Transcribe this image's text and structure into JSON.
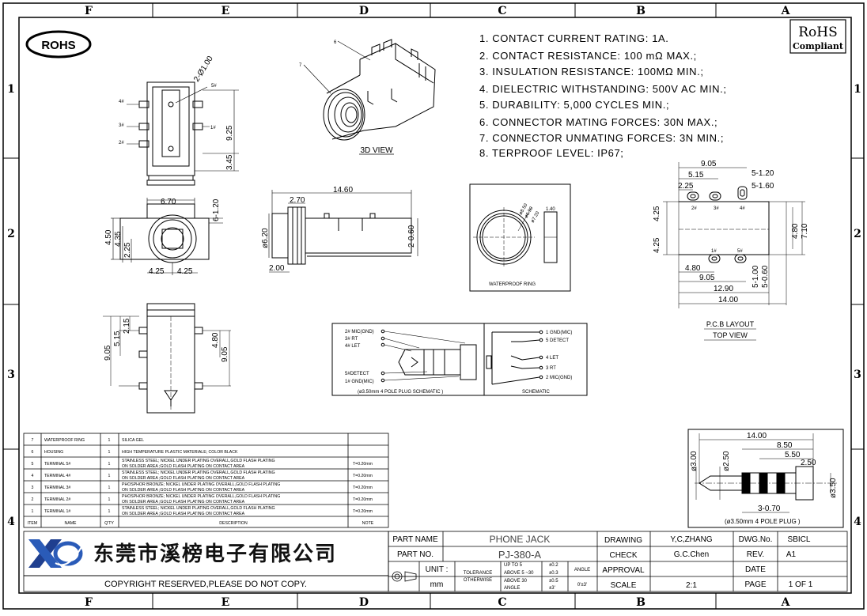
{
  "zones": {
    "columns": [
      "F",
      "E",
      "D",
      "C",
      "B",
      "A"
    ],
    "rows": [
      "1",
      "2",
      "3",
      "4"
    ]
  },
  "badges": {
    "rohs_oval": "ROHS",
    "rohs_box_line1": "RoHS",
    "rohs_box_line2": "Compliant"
  },
  "specs": [
    "1.  CONTACT  CURRENT  RATING:  1A.",
    "2.  CONTACT  RESISTANCE:  100  mΩ  MAX.;",
    "3.  INSULATION  RESISTANCE:  100MΩ  MIN.;",
    "4.  DIELECTRIC  WITHSTANDING:  500V  AC  MIN.;",
    "5.  DURABILITY:  5,000  CYCLES  MIN.;",
    "6.  CONNECTOR  MATING  FORCES:  30N    MAX.;",
    "7.  CONNECTOR  UNMATING  FORCES:  3N  MIN.;",
    "8.  TERPROOF  LEVEL:  IP67;"
  ],
  "views": {
    "three_d": {
      "title": "3D VIEW",
      "callout_6": "6",
      "callout_7": "7"
    },
    "top": {
      "dim_dia": "2-Ø1.00",
      "dim_925": "9.25",
      "dim_345": "3.45",
      "p5": "5#",
      "p4": "4#",
      "p3": "3#",
      "p2": "2#",
      "p1": "1#"
    },
    "front": {
      "dim_670": "6.70",
      "dim_120": "6-1.20",
      "dim_450": "4.50",
      "dim_435": "4.35",
      "dim_225": "2.25",
      "dim_425a": "4.25",
      "dim_425b": "4.25"
    },
    "side": {
      "dim_1460": "14.60",
      "dim_270": "2.70",
      "dim_620": "ø6.20",
      "dim_060": "2-0.60",
      "dim_200": "2.00"
    },
    "waterproof": {
      "label": "WATERPROOF RING",
      "d1": "ø8.50",
      "d2": "ø6.90",
      "d3": "ø7.20",
      "w": "1.40"
    },
    "pcb": {
      "title": "P.C.B LAYOUT",
      "subtitle": "TOP VIEW",
      "d905a": "9.05",
      "d515": "5.15",
      "d225": "2.25",
      "d120": "5-1.20",
      "d160": "5-1.60",
      "p2": "2#",
      "p3": "3#",
      "p4": "4#",
      "p1": "1#",
      "p5": "5#",
      "d425a": "4.25",
      "d425b": "4.25",
      "d480": "4.80",
      "d710": "7.10",
      "d480b": "4.80",
      "d905b": "9.05",
      "d1290": "12.90",
      "d1400": "14.00",
      "d100": "5-1.00",
      "d060": "5-0.60"
    },
    "bottom": {
      "d215": "2.15",
      "d515": "5.15",
      "d905": "9.05",
      "d480": "4.80",
      "d905r": "9.05"
    },
    "schematic": {
      "l2": "2# MIC(GND)",
      "l3": "3# RT",
      "l4": "4# LET",
      "l5": "5#DETECT",
      "l1": "1# GND(MIC)",
      "r1": "1 GND(MIC)",
      "r5": "5 DETECT",
      "r4": "4 LET",
      "r3": "3 RT",
      "r2": "2 MIC(GND)",
      "cap_left": "(ø3.50mm  4  POLE  PLUG  SCHEMATIC )",
      "cap_right": "SCHEMATIC"
    },
    "plug": {
      "d1400": "14.00",
      "d850": "8.50",
      "d550": "5.50",
      "d250": "2.50",
      "d300": "ø3.00",
      "d250v": "ø2.50",
      "d350": "ø3.50",
      "d070": "3-0.70",
      "caption": "(ø3.50mm  4  POLE  PLUG )"
    }
  },
  "bom": {
    "headers": {
      "item": "ITEM",
      "name": "NAME",
      "qty": "Q'TY",
      "desc": "DESCRIPTION",
      "note": "NOTE"
    },
    "rows": [
      {
        "item": "7",
        "name": "WATERPROOF RING",
        "qty": "1",
        "desc1": "SILICA GEL",
        "desc2": "",
        "note": ""
      },
      {
        "item": "6",
        "name": "HOUSING",
        "qty": "1",
        "desc1": "HIGH TEMPERATURE PLASTIC MATERIALE; COLOR BLACK",
        "desc2": "",
        "note": ""
      },
      {
        "item": "5",
        "name": "TERMINAL 5#",
        "qty": "1",
        "desc1": "STAINLESS STEEL; NICKEL UNDER PLATING OVERALL,GOLD FLASH PLATING",
        "desc2": "ON SOLDER AREA ;GOLD FLASH PLATING ON CONTACT AREA",
        "note": "T=0.20mm"
      },
      {
        "item": "4",
        "name": "TERMINAL 4#",
        "qty": "1",
        "desc1": "STAINLESS STEEL; NICKEL UNDER PLATING OVERALL,GOLD FLASH PLATING",
        "desc2": "ON SOLDER AREA ;GOLD FLASH PLATING ON CONTACT AREA",
        "note": "T=0.20mm"
      },
      {
        "item": "3",
        "name": "TERMINAL 3#",
        "qty": "1",
        "desc1": "PHOSPHOR BRONZE; NICKEL UNDER PLATING OVERALL,GOLD FLASH PLATING",
        "desc2": "ON SOLDER AREA ;GOLD FLASH PLATING ON CONTACT AREA",
        "note": "T=0.20mm"
      },
      {
        "item": "2",
        "name": "TERMINAL 2#",
        "qty": "1",
        "desc1": "PHOSPHOR BRONZE; NICKEL UNDER PLATING OVERALL,GOLD FLASH PLATING",
        "desc2": "ON SOLDER AREA ;GOLD FLASH PLATING ON CONTACT AREA",
        "note": "T=0.20mm"
      },
      {
        "item": "1",
        "name": "TERMINAL 1#",
        "qty": "1",
        "desc1": "STAINLESS STEEL; NICKEL UNDER PLATING OVERALL,GOLD FLASH PLATING",
        "desc2": "ON SOLDER AREA ;GOLD FLASH PLATING ON CONTACT AREA",
        "note": "T=0.20mm"
      }
    ]
  },
  "company": {
    "name": "东莞市溪榜电子有限公司",
    "copyright": "COPYRIGHT  RESERVED,PLEASE  DO  NOT  COPY."
  },
  "title_block": {
    "part_name_label": "PART NAME",
    "part_name": "PHONE  JACK",
    "part_no_label": "PART NO.",
    "part_no": "PJ-380-A",
    "unit_label": "UNIT :",
    "unit": "mm",
    "tolerance_label1": "TOLERANCE",
    "tolerance_label2": "OTHERWISE",
    "tol_r1": "UP TO 5",
    "tol_r2": "ABOVE 5 ~30",
    "tol_r3": "ABOVE 30",
    "tol_r4": "ANGLE",
    "tol_v1": "±0.2",
    "tol_v2": "±0.3",
    "tol_v3": "±0.5",
    "tol_v4": "±3'",
    "angle_label": "ANGLE",
    "angle_value": "0'±3'",
    "drawing_label": "DRAWING",
    "drawing": "Y,C,ZHANG",
    "check_label": "CHECK",
    "check": "G.C.Chen",
    "approval_label": "APPROVAL",
    "approval": "",
    "scale_label": "SCALE",
    "scale": "2:1",
    "dwg_label": "DWG.No.",
    "dwg": "SBICL",
    "rev_label": "REV.",
    "rev": "A1",
    "date_label": "DATE",
    "date": "",
    "page_label": "PAGE",
    "page": "1  OF  1"
  }
}
